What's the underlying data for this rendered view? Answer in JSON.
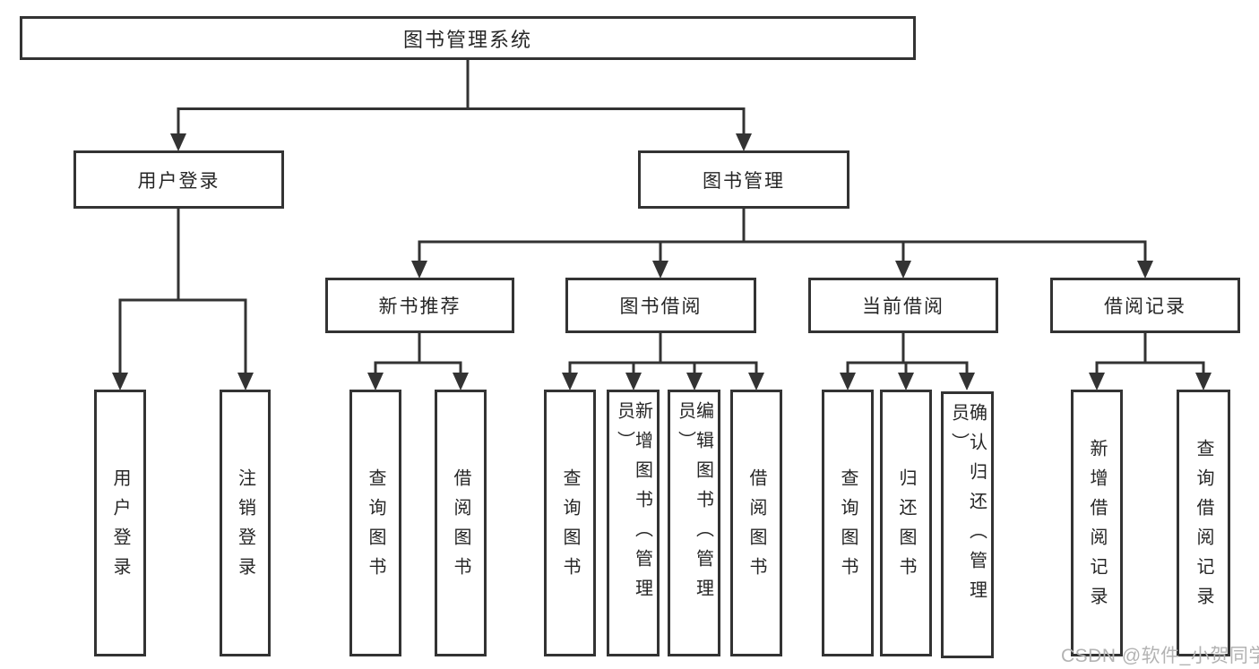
{
  "colors": {
    "line": "#333333",
    "box_border": "#333333",
    "text": "#262626",
    "watermark": "#b3b3b3",
    "background": "#ffffff"
  },
  "tree": {
    "root": {
      "label": "图书管理系统"
    },
    "level2": [
      {
        "label": "用户登录"
      },
      {
        "label": "图书管理"
      }
    ],
    "level3": [
      {
        "label": "新书推荐"
      },
      {
        "label": "图书借阅"
      },
      {
        "label": "当前借阅"
      },
      {
        "label": "借阅记录"
      }
    ],
    "leaves_user_login": [
      {
        "label": "用户登录"
      },
      {
        "label": "注销登录"
      }
    ],
    "leaves_new_books": [
      {
        "label": "查询图书"
      },
      {
        "label": "借阅图书"
      }
    ],
    "leaves_book_borrow": [
      {
        "label": "查询图书"
      },
      {
        "label": "新增图书（管理员）"
      },
      {
        "label": "编辑图书（管理员）"
      },
      {
        "label": "借阅图书"
      }
    ],
    "leaves_current_borrow": [
      {
        "label": "查询图书"
      },
      {
        "label": "归还图书"
      },
      {
        "label": "确认归还（管理员）"
      }
    ],
    "leaves_borrow_records": [
      {
        "label": "新增借阅记录"
      },
      {
        "label": "查询借阅记录"
      }
    ]
  },
  "watermark": {
    "text": "CSDN @软件_小贺同学"
  }
}
